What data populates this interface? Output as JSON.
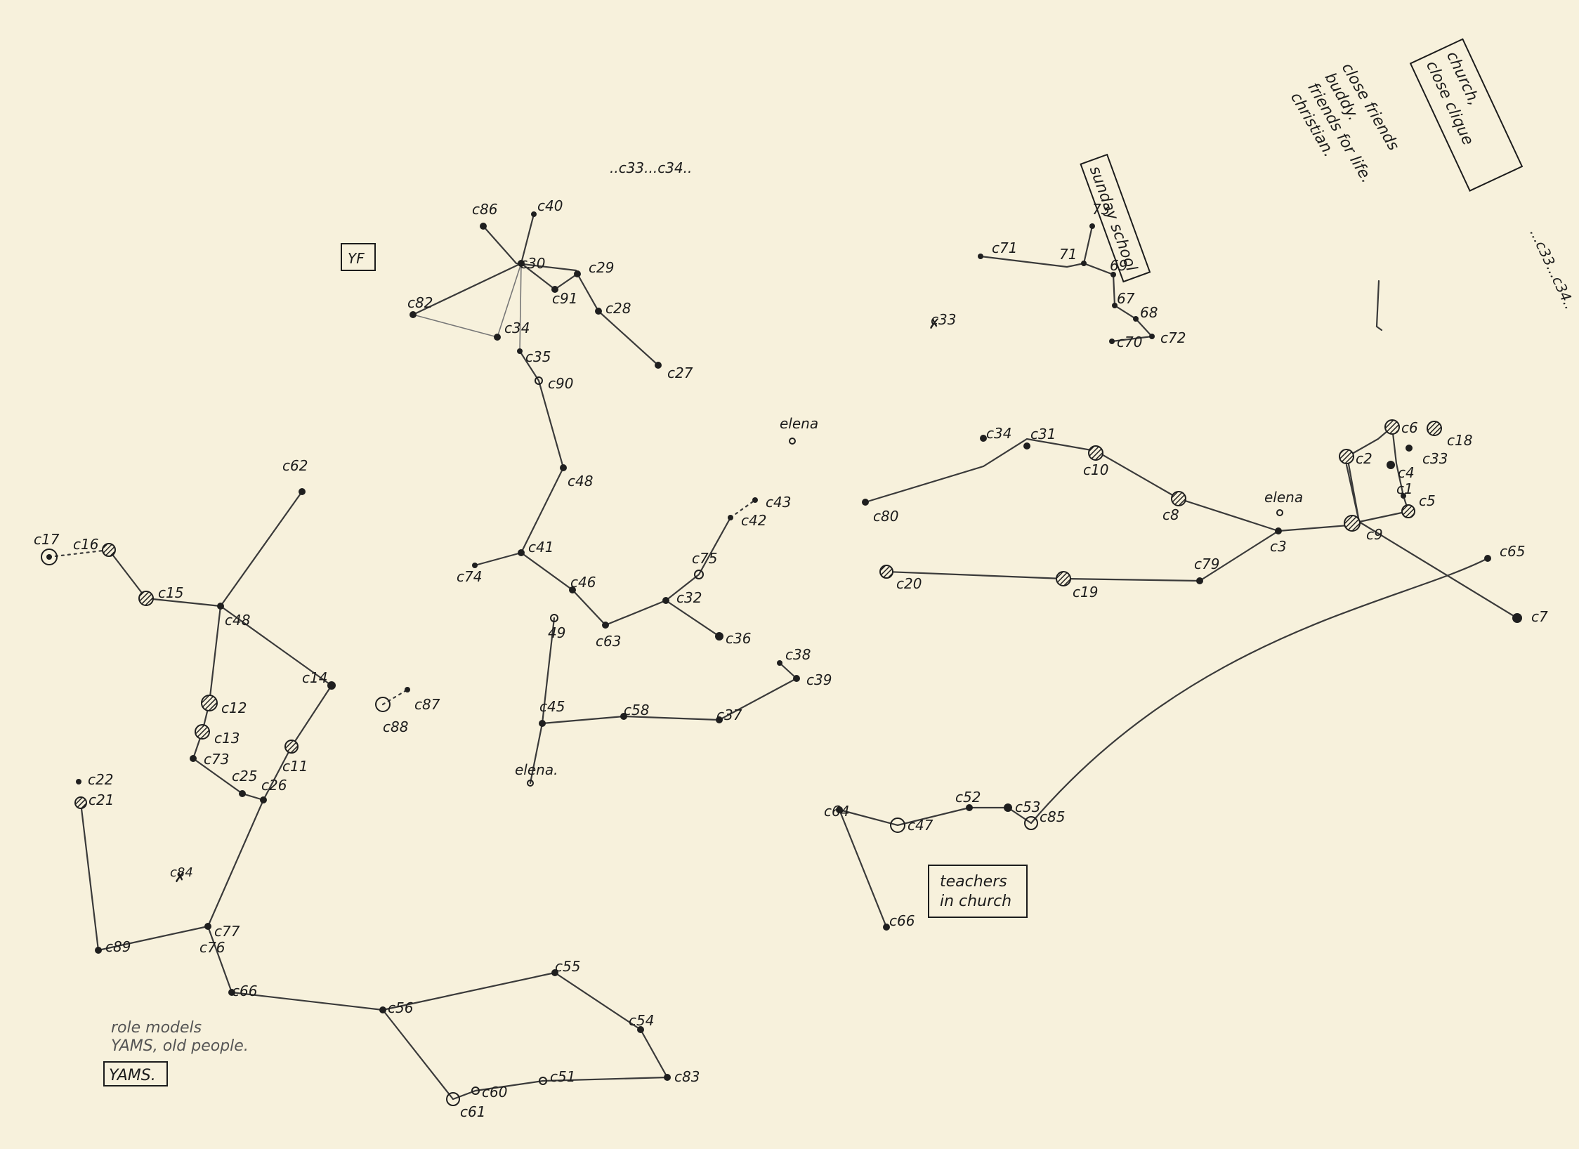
{
  "labels": {
    "c17": "c17",
    "c16": "c16",
    "c15": "c15",
    "c48": "c48",
    "c62": "c62",
    "c12": "c12",
    "c13": "c13",
    "c73": "c73",
    "c25": "c25",
    "c26": "c26",
    "c14": "c14",
    "c11": "c11",
    "c22": "c22",
    "c21": "c21",
    "c84": "c84",
    "c89": "c89",
    "c77": "c77",
    "c76": "c76",
    "c66": "c66",
    "c56": "c56",
    "c55": "c55",
    "c54": "c54",
    "c83": "c83",
    "c51": "c51",
    "c60": "c60",
    "c61": "c61",
    "c87": "c87",
    "c88": "c88",
    "c86": "c86",
    "c40": "c40",
    "c30": "c30",
    "c29": "c29",
    "c91": "c91",
    "c82": "c82",
    "c34a": "c34",
    "c35": "c35",
    "c90": "c90",
    "c28": "c28",
    "c27": "c27",
    "c48b": "c48",
    "c41": "c41",
    "c74": "c74",
    "c46": "c46",
    "c49": "49",
    "c63": "c63",
    "c75": "c75",
    "c43": "c43",
    "c42": "c42",
    "c32": "c32",
    "c36": "c36",
    "c45": "c45",
    "c58": "c58",
    "c37": "c37",
    "c38": "c38",
    "c39": "c39",
    "elena1": "elena.",
    "elena2": "elena",
    "c33top": "..c33...c34..",
    "yf": "YF",
    "c71a": "c71",
    "n73": "73",
    "n71": "71",
    "n69": "69",
    "n67": "67",
    "n68": "68",
    "c72": "c72",
    "c70": "c70",
    "c33b": "c33",
    "c34b": "c34",
    "c31": "c31",
    "c10": "c10",
    "c8": "c8",
    "c80": "c80",
    "elena3": "elena",
    "c3": "c3",
    "c79": "c79",
    "c20": "c20",
    "c19": "c19",
    "c6": "c6",
    "c18": "c18",
    "c2": "c2",
    "c33c": "c33",
    "c4": "c4",
    "c1": "c1",
    "c5": "c5",
    "c9": "c9",
    "c65": "c65",
    "c7": "c7",
    "c64": "c64",
    "c52": "c52",
    "c53": "c53",
    "c47": "c47",
    "c85": "c85",
    "c66b": "c66",
    "sunday": "sunday school",
    "church": "church,\nclose clique",
    "closefriends": "close friends\nbuddy.\nfriends for life.\nchristian.",
    "c33c34right": "...c33...c34..",
    "teachers": "teachers\nin church",
    "rolemodels": "role models",
    "yams_old": "YAMS, old people.",
    "yams": "YAMS."
  }
}
